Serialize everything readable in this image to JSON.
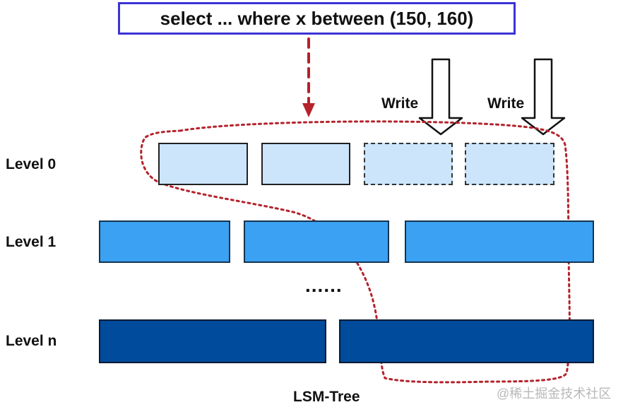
{
  "query": {
    "text": "select ... where x between (150, 160)"
  },
  "levels": [
    {
      "label": "Level 0"
    },
    {
      "label": "Level 1"
    },
    {
      "label": "Level n"
    }
  ],
  "ellipsis": "......",
  "write_arrows": [
    {
      "label": "Write"
    },
    {
      "label": "Write"
    }
  ],
  "caption": "LSM-Tree",
  "watermark": "@稀土掘金技术社区",
  "colors": {
    "query_border": "#3b33d6",
    "level0_fill": "#cce5fb",
    "level1_fill": "#3aa1f3",
    "leveln_fill": "#004b9b",
    "highlight_path": "#b5222b"
  }
}
